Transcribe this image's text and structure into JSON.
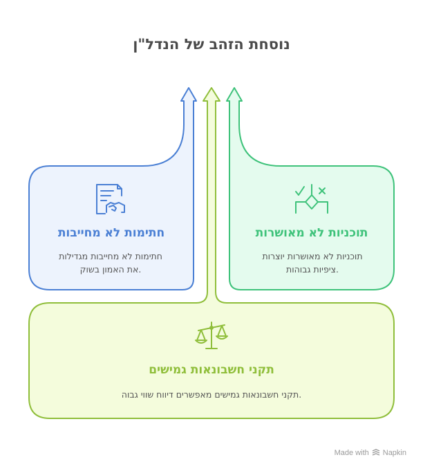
{
  "title": "נוסחת הזהב של הנדל\"ן",
  "cards": {
    "left": {
      "title": "חתימות לא מחייבות",
      "desc_line1": "חתימות לא מחייבות מגדילות",
      "desc_line2": ".את האמון בשוק",
      "icon": "handshake-contract-icon"
    },
    "right": {
      "title": "תוכניות לא מאושרות",
      "desc_line1": "תוכניות לא מאושרות יוצרות",
      "desc_line2": ".ציפיות גבוהות",
      "icon": "decision-diamond-icon"
    },
    "bottom": {
      "title": "תקני חשבונאות גמישים",
      "desc_line1": ".תקני חשבונאות גמישים מאפשרים דיווח שווי גבוה",
      "icon": "balance-scale-icon"
    }
  },
  "footer": {
    "made_with": "Made with",
    "brand": "Napkin"
  },
  "colors": {
    "blue": "#4a7fd4",
    "blue_fill": "#edf3fd",
    "green": "#3ec27a",
    "green_fill": "#e4fbee",
    "lime": "#8fbe3a",
    "lime_fill": "#f4fcdc"
  }
}
